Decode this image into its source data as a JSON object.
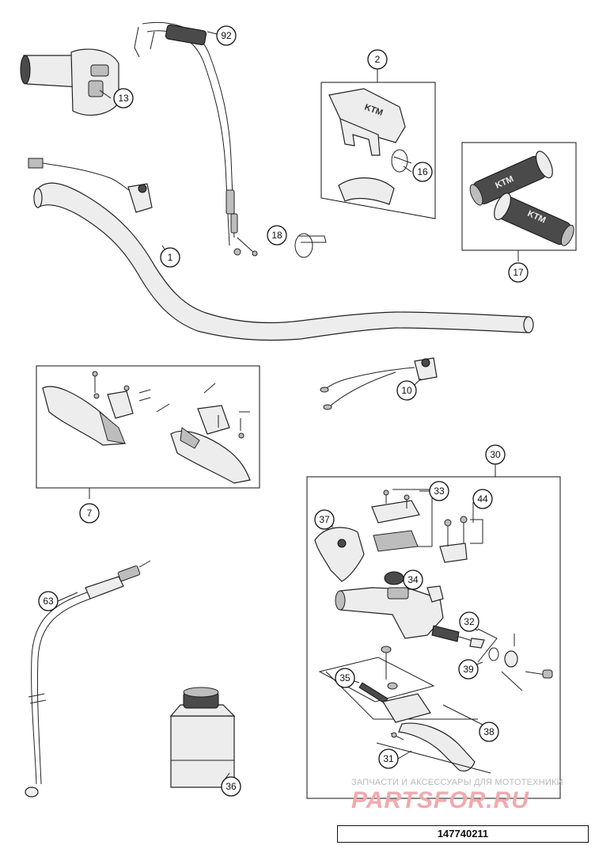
{
  "callouts": [
    "1",
    "2",
    "7",
    "10",
    "13",
    "16",
    "17",
    "18",
    "30",
    "31",
    "32",
    "33",
    "34",
    "35",
    "36",
    "37",
    "38",
    "39",
    "44",
    "63",
    "92"
  ],
  "document_number": "147740211",
  "watermark": {
    "tagline": "ЗАПЧАСТИ И АКСЕССУАРЫ ДЛЯ МОТОТЕХНИКИ",
    "brand": "PARTSFOR.RU"
  },
  "grip_logo": "KTM",
  "switch_logo": "KTM"
}
